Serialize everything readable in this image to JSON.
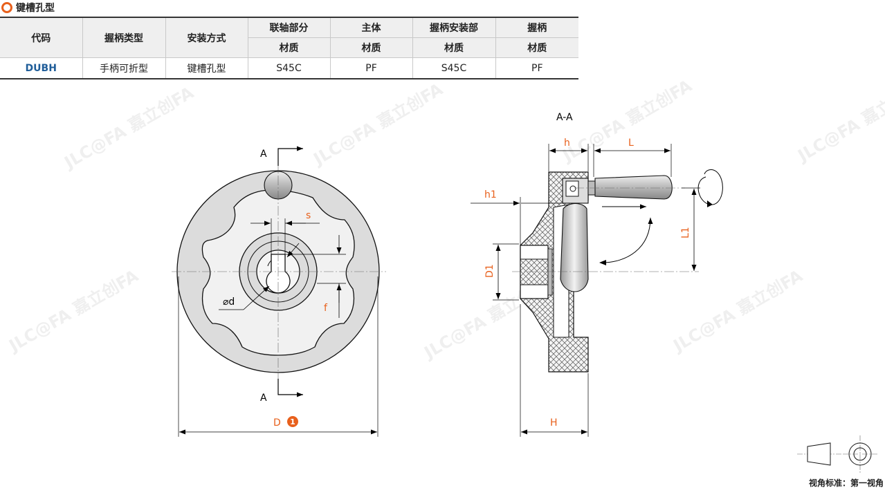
{
  "section_title": "键槽孔型",
  "table": {
    "header_top": [
      "代码",
      "握柄类型",
      "安装方式",
      "联轴部分",
      "主体",
      "握柄安装部",
      "握柄"
    ],
    "header_sub": [
      "材质",
      "材质",
      "材质",
      "材质"
    ],
    "row": [
      "DUBH",
      "手柄可折型",
      "键槽孔型",
      "S45C",
      "PF",
      "S45C",
      "PF"
    ]
  },
  "drawing": {
    "section_top": "A",
    "section_bottom": "A",
    "section_view": "A-A",
    "dim_s": "s",
    "dim_d": "⌀d",
    "dim_f": "f",
    "dim_D": "D",
    "dim_D_badge": "1",
    "dim_h": "h",
    "dim_L": "L",
    "dim_h1": "h1",
    "dim_L1": "L1",
    "dim_D1": "D1",
    "dim_H": "H",
    "accent_color": "#e8601c"
  },
  "footer": {
    "projection": "视角标准：第一视角"
  },
  "watermark": "JLC@FA 嘉立创FA"
}
